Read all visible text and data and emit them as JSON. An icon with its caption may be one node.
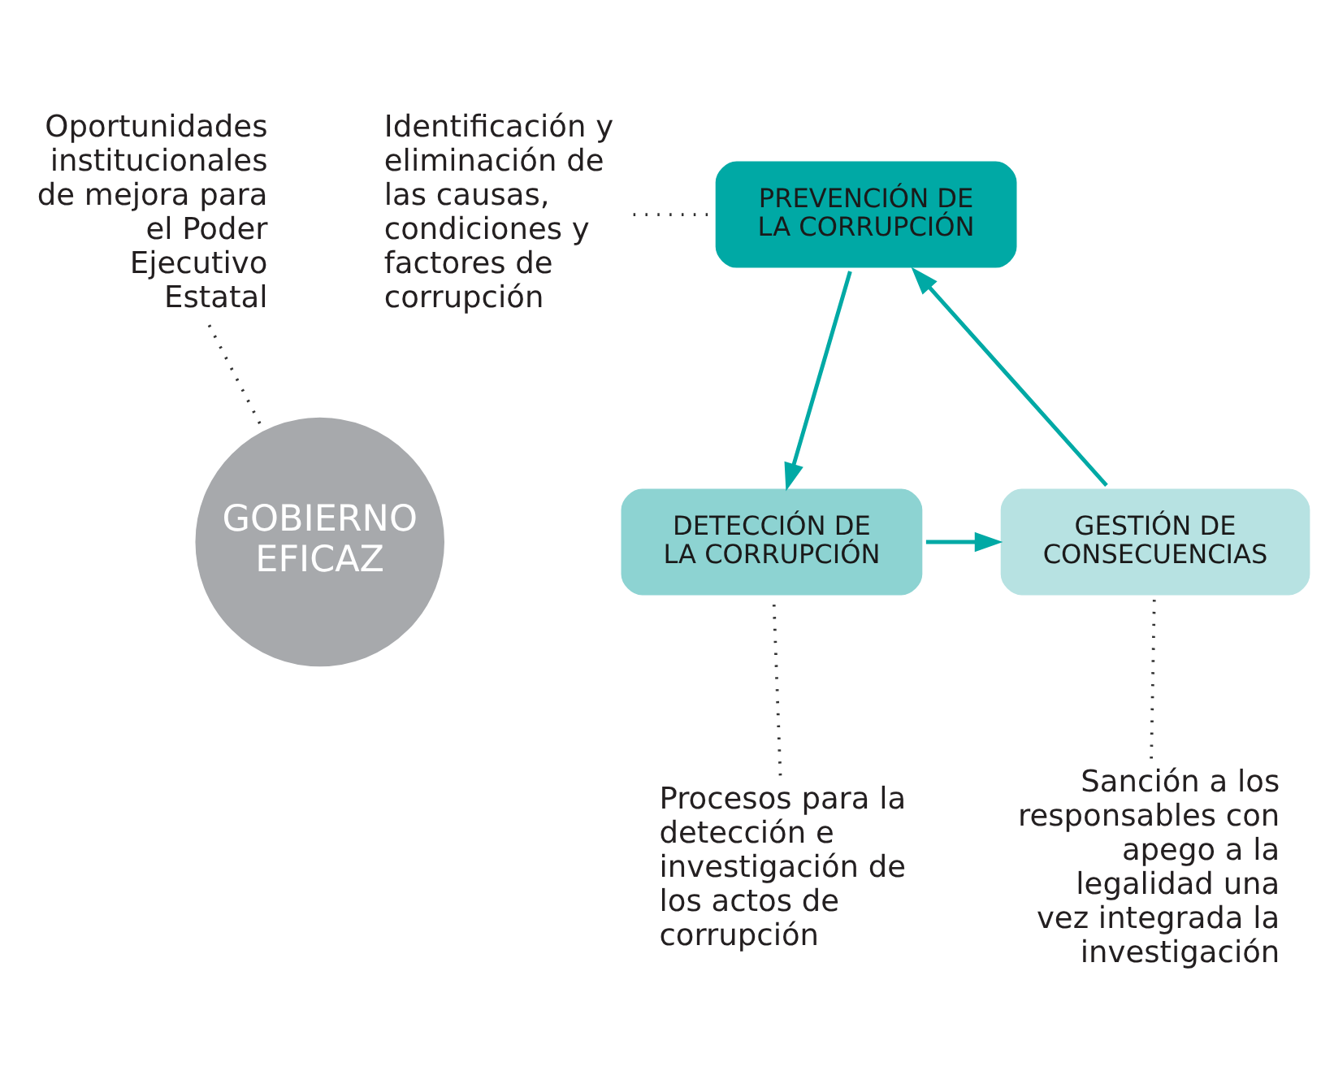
{
  "diagram": {
    "nodes": [
      {
        "text": [
          "Oportunidades institucionales de mejora para el Poder Ejecutivo Estatal"
        ]
      },
      {
        "text": [
          "Identificación y eliminación de las causas, condiciones y factores de corrupción"
        ]
      },
      {
        "text": [
          "PREVENCIÓN DE LA CORRUPCIÓN"
        ]
      },
      {
        "text": [
          "GESTIÓN DE CONSECUENCIAS"
        ]
      },
      {
        "text": [
          "GOBIERNO EFICAZ"
        ]
      },
      {
        "text": [
          "DETECCIÓN DE LA CORRUPCIÓN"
        ]
      },
      {
        "text": [
          "Sanción a los responsables con apego a la legalidad una vez integrada la investigación"
        ]
      },
      {
        "text": [
          "Procesos para la detección e investigación de los actos de corrupción"
        ]
      }
    ],
    "edges": [
      {
        "from": 2,
        "to": 5,
        "arrow": "to",
        "color": "#00a9a5"
      },
      {
        "from": 5,
        "to": 3,
        "arrow": "to",
        "color": "#00a9a5"
      },
      {
        "from": 3,
        "to": 2,
        "arrow": "to",
        "color": "#00a9a5"
      },
      {
        "from": 0,
        "to": 4,
        "arrow": "none",
        "style": "dashed",
        "color": "#333333"
      },
      {
        "from": 1,
        "to": 2,
        "arrow": "none",
        "style": "dashed",
        "color": "#333333"
      },
      {
        "from": 6,
        "to": 3,
        "arrow": "none",
        "style": "dashed",
        "color": "#333333"
      },
      {
        "from": 7,
        "to": 5,
        "arrow": "none",
        "style": "dashed",
        "color": "#333333"
      }
    ]
  }
}
